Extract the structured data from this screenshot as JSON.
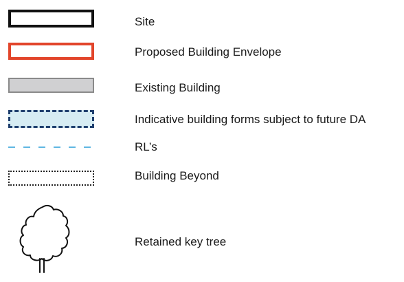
{
  "legend": {
    "items": [
      {
        "label": "Site",
        "color": "#111111",
        "style": "solid-outline-thick"
      },
      {
        "label": "Proposed Building Envelope",
        "color": "#e2452b",
        "style": "solid-outline-thick"
      },
      {
        "label": "Existing Building",
        "color": "#8a8a8a",
        "fill": "#d0d0d2",
        "style": "filled-box"
      },
      {
        "label": "Indicative building forms subject to future DA",
        "color": "#1f3f6e",
        "fill": "#d6ecf3",
        "style": "dashed-filled-box"
      },
      {
        "label": "RL’s",
        "color": "#2a9fd8",
        "style": "dashed-line"
      },
      {
        "label": "Building Beyond",
        "color": "#222222",
        "style": "dotted-outline"
      },
      {
        "label": "Retained key tree",
        "icon": "tree-icon",
        "style": "outline-icon"
      }
    ]
  }
}
